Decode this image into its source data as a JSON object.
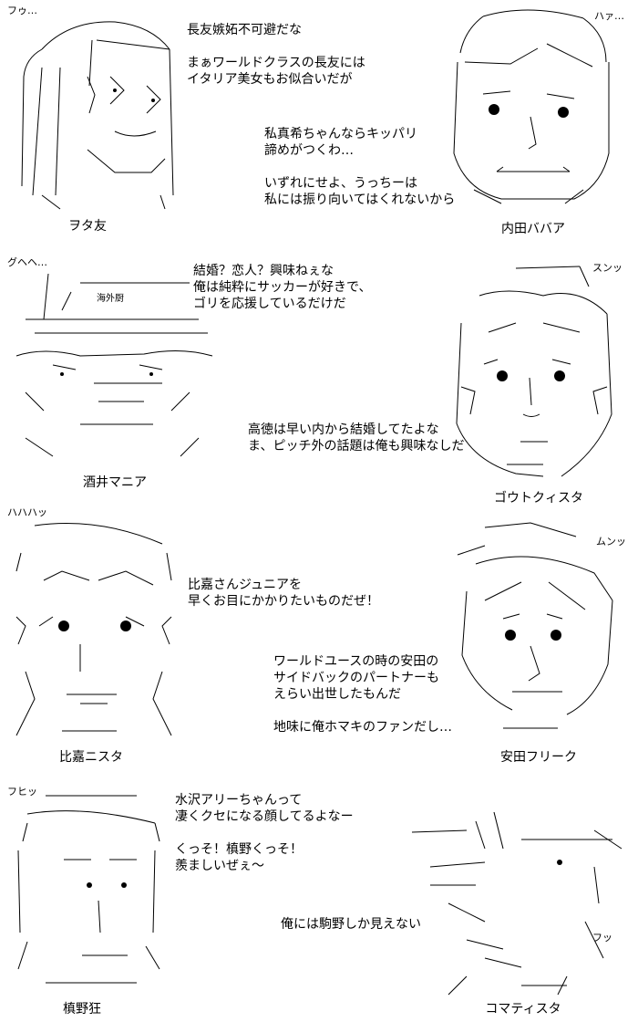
{
  "panels": [
    {
      "id": "wotatomo",
      "sfx": "フゥ…",
      "lines": [
        "長友嫉妬不可避だな",
        "",
        "まぁワールドクラスの長友には",
        "イタリア美女もお似合いだが"
      ],
      "name": "ヲタ友"
    },
    {
      "id": "uchida",
      "sfx": "ハァ…",
      "lines": [
        "私真希ちゃんならキッパリ",
        "諦めがつくわ…",
        "",
        "いずれにせよ、うっちーは",
        "私には振り向いてはくれないから"
      ],
      "name": "内田ババア"
    },
    {
      "id": "sakai",
      "sfx": "グヘヘ…",
      "tag": "海外厨",
      "lines": [
        "結婚？恋人？興味ねぇな",
        "俺は純粋にサッカーが好きで、",
        "ゴリを応援しているだけだ"
      ],
      "name": "酒井マニア"
    },
    {
      "id": "gotoku",
      "sfx": "スンッ",
      "lines": [
        "高徳は早い内から結婚してたよな",
        "ま、ピッチ外の話題は俺も興味なしだ"
      ],
      "name": "ゴウトクィスタ"
    },
    {
      "id": "higa",
      "sfx": "ハハハッ",
      "lines": [
        "比嘉さんジュニアを",
        "早くお目にかかりたいものだぜ！"
      ],
      "name": "比嘉ニスタ"
    },
    {
      "id": "yasuda",
      "sfx": "ムンッ",
      "lines": [
        "ワールドユースの時の安田の",
        "サイドバックのパートナーも",
        "えらい出世したもんだ",
        "",
        "地味に俺ホマキのファンだし…"
      ],
      "name": "安田フリーク"
    },
    {
      "id": "makino",
      "sfx": "フヒッ",
      "lines": [
        "水沢アリーちゃんって",
        "凄くクセになる顔してるよなー",
        "",
        "くっそ！槙野くっそ！",
        "羨ましいぜぇ～"
      ],
      "name": "槙野狂"
    },
    {
      "id": "koma",
      "sfx": "フッ",
      "lines": [
        "俺には駒野しか見えない"
      ],
      "name": "コマティスタ"
    }
  ]
}
